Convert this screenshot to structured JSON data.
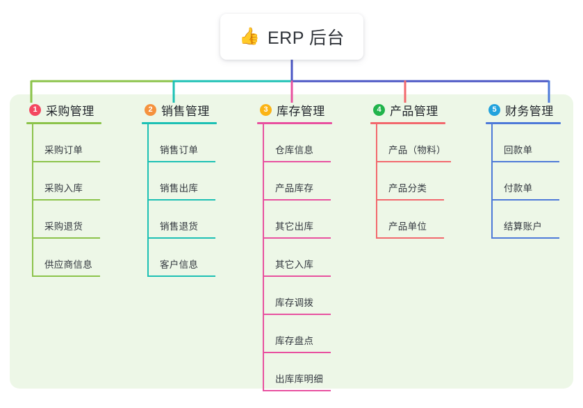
{
  "root": {
    "emoji": "👍",
    "emoji_name": "thumbs-up-icon",
    "title": "ERP 后台"
  },
  "palette": {
    "page_background": "#ffffff",
    "panel_background": "#edf7e7",
    "root_background": "#ffffff",
    "root_text": "#2e3238",
    "item_text": "#33383f",
    "trunk_blue": "#4a55c4"
  },
  "columns": [
    {
      "number": "1",
      "title": "采购管理",
      "badge_color": "#f4475f",
      "line_color": "#8bc34a",
      "items": [
        {
          "label": "采购订单"
        },
        {
          "label": "采购入库"
        },
        {
          "label": "采购退货"
        },
        {
          "label": "供应商信息"
        }
      ]
    },
    {
      "number": "2",
      "title": "销售管理",
      "badge_color": "#f5923e",
      "line_color": "#1cc0b4",
      "items": [
        {
          "label": "销售订单"
        },
        {
          "label": "销售出库"
        },
        {
          "label": "销售退货"
        },
        {
          "label": "客户信息"
        }
      ]
    },
    {
      "number": "3",
      "title": "库存管理",
      "badge_color": "#fbb415",
      "line_color": "#e8509f",
      "items": [
        {
          "label": "仓库信息"
        },
        {
          "label": "产品库存"
        },
        {
          "label": "其它出库"
        },
        {
          "label": "其它入库"
        },
        {
          "label": "库存调拨"
        },
        {
          "label": "库存盘点"
        },
        {
          "label": "出库库明细"
        }
      ]
    },
    {
      "number": "4",
      "title": "产品管理",
      "badge_color": "#22b44c",
      "line_color": "#f2686d",
      "items": [
        {
          "label": "产品（物料）"
        },
        {
          "label": "产品分类"
        },
        {
          "label": "产品单位"
        }
      ]
    },
    {
      "number": "5",
      "title": "财务管理",
      "badge_color": "#22a2dd",
      "line_color": "#4d79d8",
      "items": [
        {
          "label": "回款单"
        },
        {
          "label": "付款单"
        },
        {
          "label": "结算账户"
        }
      ]
    }
  ],
  "connectors": {
    "stem_color": "#4a55c4",
    "bus_segments": [
      {
        "color": "#8bc34a"
      },
      {
        "color": "#1cc0b4"
      },
      {
        "color": "#4a55c4"
      }
    ]
  }
}
